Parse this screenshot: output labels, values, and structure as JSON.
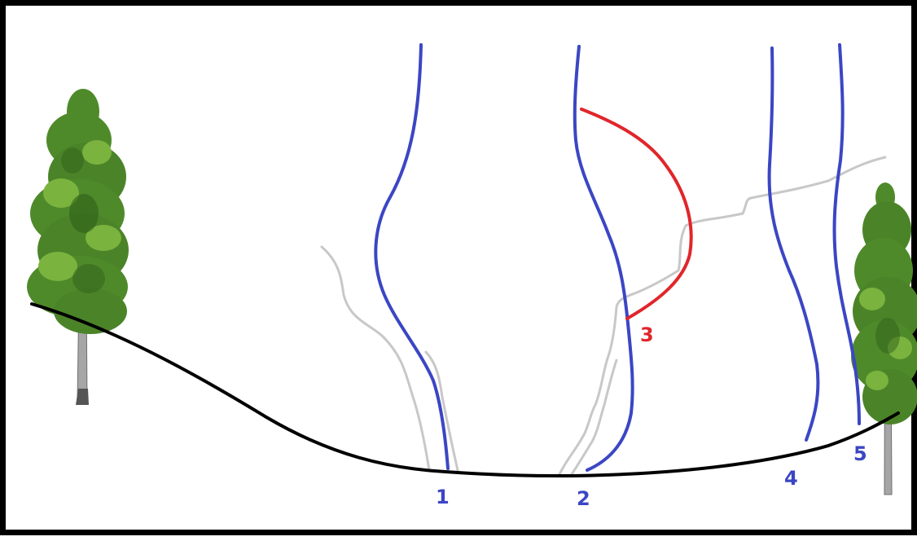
{
  "colors": {
    "frame": "#000000",
    "ground": "#000000",
    "blue_lines": "#3b46c4",
    "red_line": "#e0262b",
    "gray_paths": "#c8c8c8",
    "tree_foliage": "#4f8a2a",
    "tree_foliage_dark": "#2f5f19",
    "tree_foliage_light": "#7bb33f",
    "tree_trunk": "#a8a8a8"
  },
  "icons": {
    "left_tree": "tree-icon",
    "right_tree": "tree-icon"
  },
  "labels": {
    "line1": "1",
    "line2": "2",
    "line3": "3",
    "line4": "4",
    "line5": "5"
  }
}
